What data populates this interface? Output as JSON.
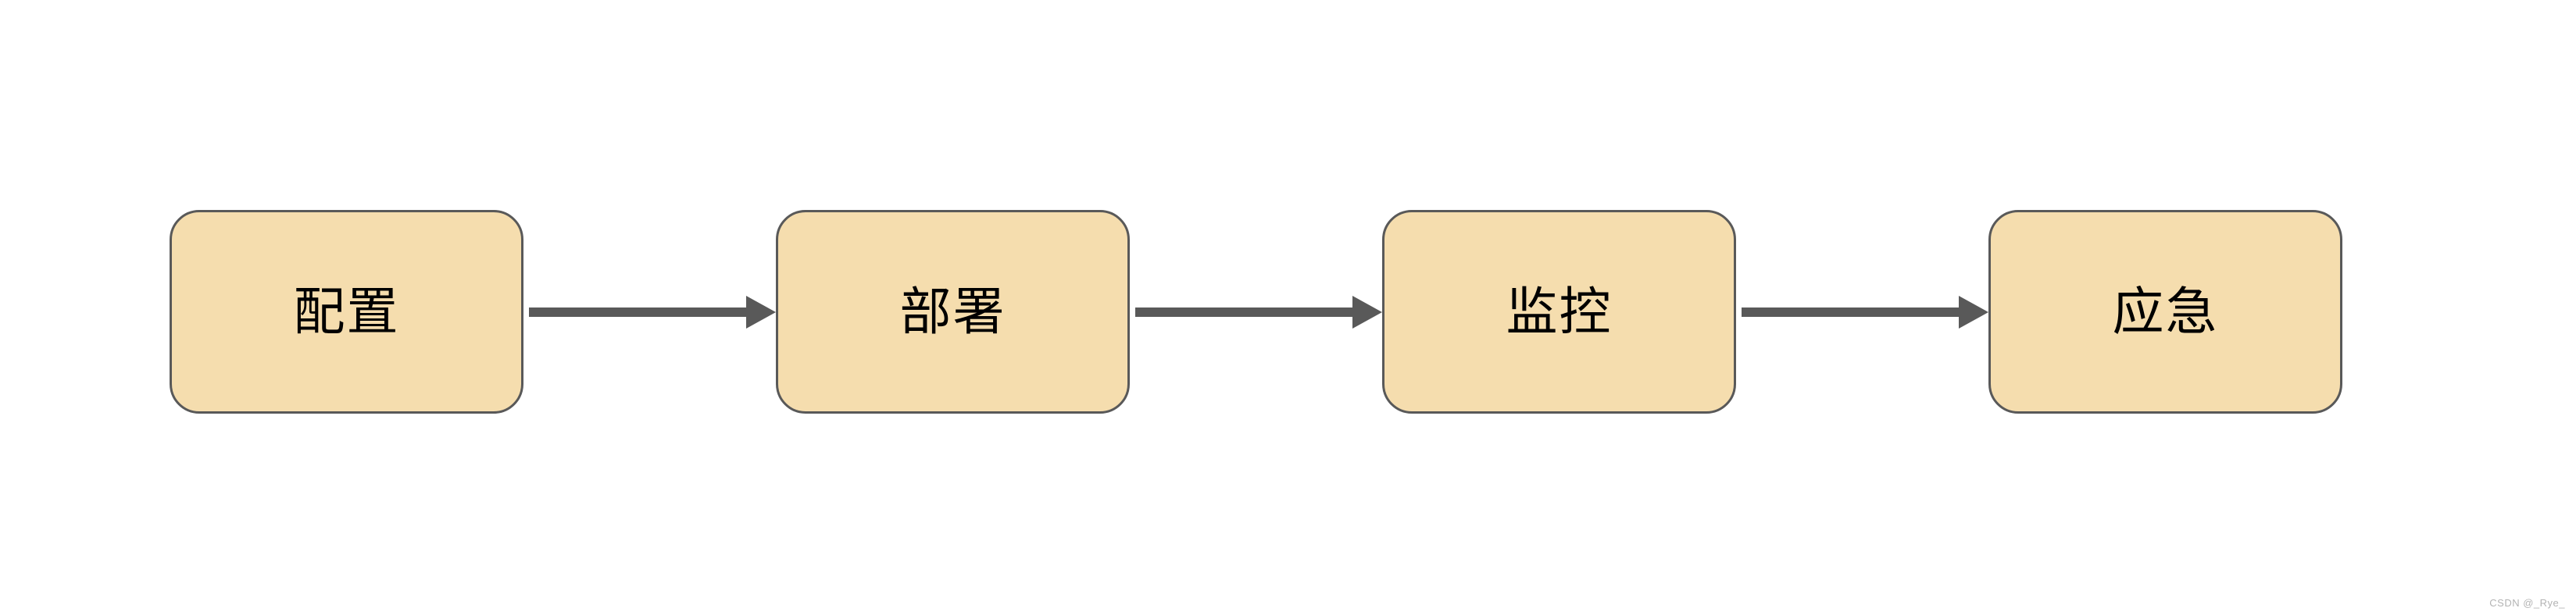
{
  "diagram": {
    "type": "flowchart",
    "direction": "left-to-right",
    "nodes": [
      {
        "id": "configuration",
        "label": "配置"
      },
      {
        "id": "deployment",
        "label": "部署"
      },
      {
        "id": "monitoring",
        "label": "监控"
      },
      {
        "id": "emergency",
        "label": "应急"
      }
    ],
    "edges": [
      {
        "from": "配置",
        "to": "部署"
      },
      {
        "from": "部署",
        "to": "监控"
      },
      {
        "from": "监控",
        "to": "应急"
      }
    ]
  },
  "watermark": {
    "text": "CSDN @_Rye_"
  },
  "colors": {
    "background": "#ffffff",
    "node_fill": "#f5ddae",
    "node_border": "#595959",
    "node_text": "#000000",
    "arrow": "#595959",
    "watermark_text": "#b3b3b3"
  }
}
